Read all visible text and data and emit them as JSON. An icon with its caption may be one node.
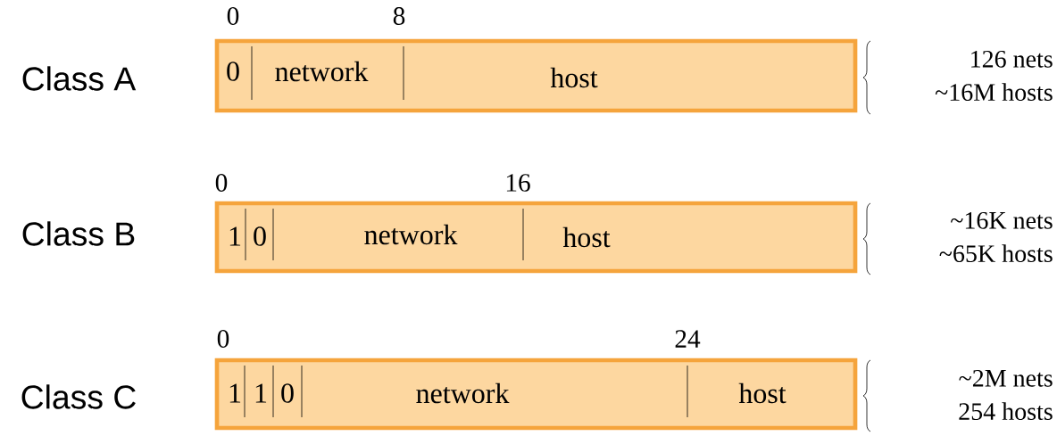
{
  "diagram": {
    "nodes": [
      {
        "text": [
          "0",
          "network",
          "host"
        ],
        "beside": [
          "126 nets",
          "~16M hosts"
        ]
      },
      {
        "text": [
          "1",
          "0",
          "network",
          "host"
        ],
        "beside": [
          "~16K nets",
          "~65K hosts"
        ]
      },
      {
        "text": [
          "1",
          "1",
          "0",
          "network",
          "host"
        ],
        "beside": [
          "~2M nets",
          "254 hosts"
        ]
      }
    ],
    "labels": [
      "0",
      "8",
      "Class A",
      "0",
      "16",
      "Class B",
      "0",
      "24",
      "Class C"
    ]
  }
}
